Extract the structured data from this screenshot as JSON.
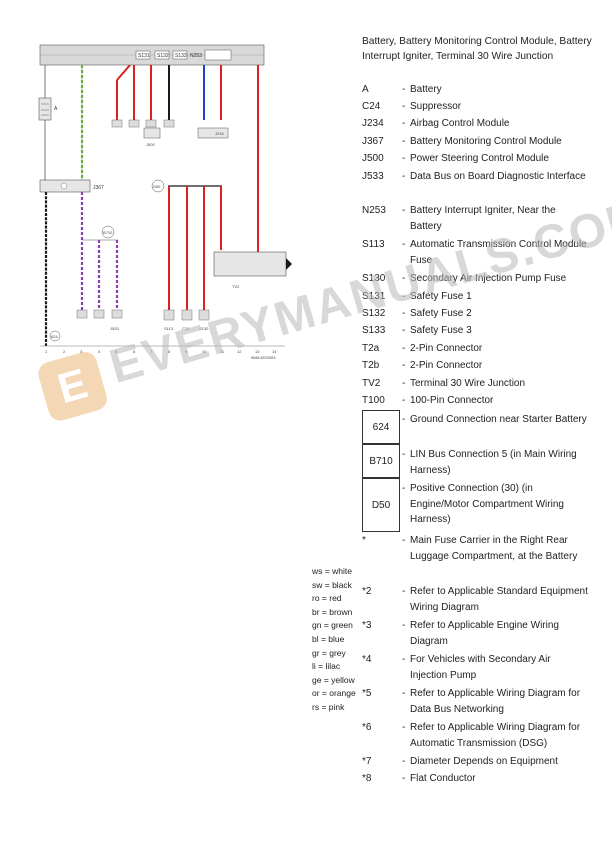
{
  "legend": {
    "title": "Battery, Battery Monitoring Control Module, Battery Interrupt Igniter, Terminal 30 Wire Junction",
    "items": [
      {
        "code": "A",
        "desc": "Battery"
      },
      {
        "code": "C24",
        "desc": "Suppressor"
      },
      {
        "code": "J234",
        "desc": "Airbag Control Module"
      },
      {
        "code": "J367",
        "desc": "Battery Monitoring Control Module"
      },
      {
        "code": "J500",
        "desc": "Power Steering Control Module"
      },
      {
        "code": "J533",
        "desc": "Data Bus on Board Diagnostic Interface"
      },
      {
        "code": "N253",
        "desc": "Battery Interrupt Igniter, Near the Battery"
      },
      {
        "code": "S113",
        "desc": "Automatic Transmission Control Module Fuse"
      },
      {
        "code": "S130",
        "desc": "Secondary Air Injection Pump Fuse"
      },
      {
        "code": "S131",
        "desc": "Safety Fuse 1"
      },
      {
        "code": "S132",
        "desc": "Safety Fuse 2"
      },
      {
        "code": "S133",
        "desc": "Safety Fuse 3"
      },
      {
        "code": "T2a",
        "desc": "2-Pin Connector"
      },
      {
        "code": "T2b",
        "desc": "2-Pin Connector"
      },
      {
        "code": "TV2",
        "desc": "Terminal 30 Wire Junction"
      },
      {
        "code": "T100",
        "desc": "100-Pin Connector"
      },
      {
        "code": "624",
        "desc": "Ground Connection near Starter Battery"
      },
      {
        "code": "B710",
        "desc": "LIN Bus Connection 5 (in Main Wiring Harness)"
      },
      {
        "code": "D50",
        "desc": "Positive Connection (30) (in Engine/Motor Compartment Wiring Harness)"
      },
      {
        "code": "*",
        "desc": "Main Fuse Carrier in the Right Rear Luggage Compartment, at the Battery"
      },
      {
        "code": "*2",
        "desc": "Refer to Applicable Standard Equipment Wiring Diagram"
      },
      {
        "code": "*3",
        "desc": "Refer to Applicable Engine Wiring Diagram"
      },
      {
        "code": "*4",
        "desc": "For Vehicles with Secondary Air Injection Pump"
      },
      {
        "code": "*5",
        "desc": "Refer to Applicable Wiring Diagram for Data Bus Networking"
      },
      {
        "code": "*6",
        "desc": "Refer to Applicable Wiring Diagram for Automatic Transmission (DSG)"
      },
      {
        "code": "*7",
        "desc": "Diameter Depends on Equipment"
      },
      {
        "code": "*8",
        "desc": "Flat Conductor"
      }
    ]
  },
  "colors": [
    "ws = white",
    "sw = black",
    "ro = red",
    "br = brown",
    "gn = green",
    "bl = blue",
    "gr = grey",
    "li = lilac",
    "ge = yellow",
    "or = orange",
    "rs = pink"
  ],
  "diagram": {
    "fuse_labels": [
      "S131",
      "S132",
      "S133",
      "N253"
    ],
    "component_labels": [
      "A",
      "J367",
      "J500",
      "J234",
      "J533",
      "TV2",
      "D50",
      "B710",
      "624",
      "S113",
      "C24",
      "S130"
    ],
    "ground_numbers": [
      "1",
      "2",
      "3",
      "4",
      "5",
      "6",
      "7",
      "8",
      "9",
      "10",
      "11",
      "12",
      "13",
      "14"
    ],
    "ref_code": "96814020003",
    "wire_colors": {
      "red": "#e02020",
      "black": "#1a1a1a",
      "green": "#7ac943",
      "blue": "#2040d0",
      "lilac": "#8a3fb0",
      "frame": "#bfbfbf"
    }
  },
  "watermark": {
    "text": "EVERYMANUALS.COM",
    "logo": "E"
  }
}
